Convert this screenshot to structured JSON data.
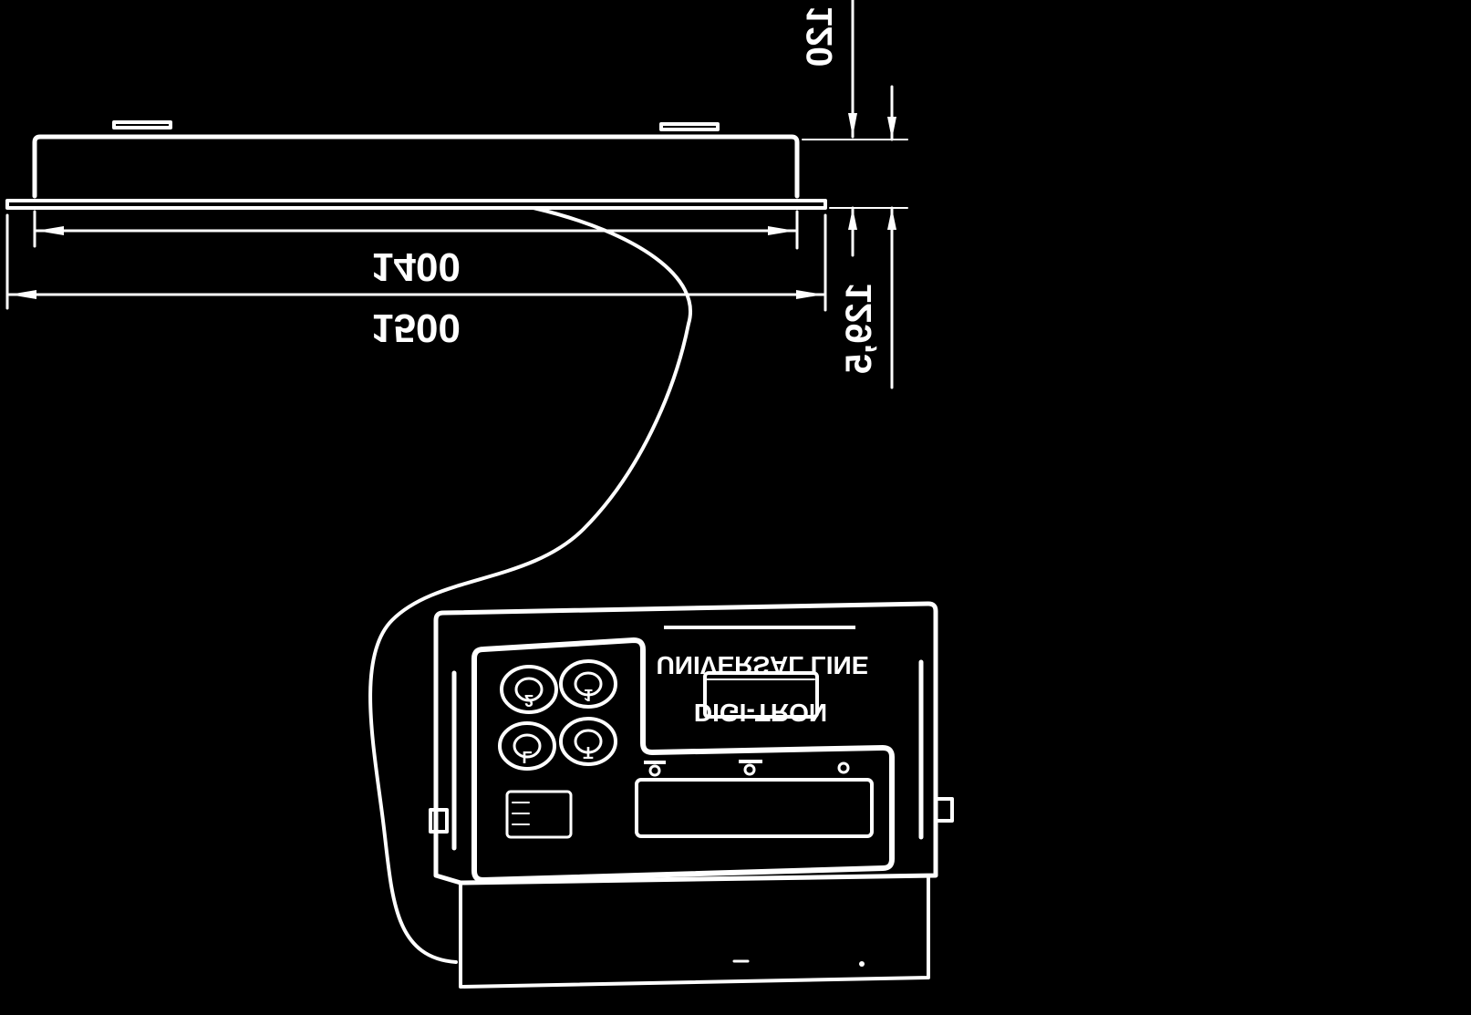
{
  "drawing": {
    "colors": {
      "background": "#000000",
      "linework": "#ffffff"
    },
    "dimensions": {
      "inner_length": "1400",
      "outer_length": "1500",
      "top_height": "120",
      "base_height": "129,5"
    },
    "indicator": {
      "brand": "DIGI-TRON",
      "series": "UNIVERSAL LINE",
      "keys": [
        "1",
        "2",
        "T",
        "L"
      ],
      "status_icons": [
        "zero-indicator-icon",
        "net-indicator-icon",
        "stable-indicator-icon"
      ]
    }
  }
}
